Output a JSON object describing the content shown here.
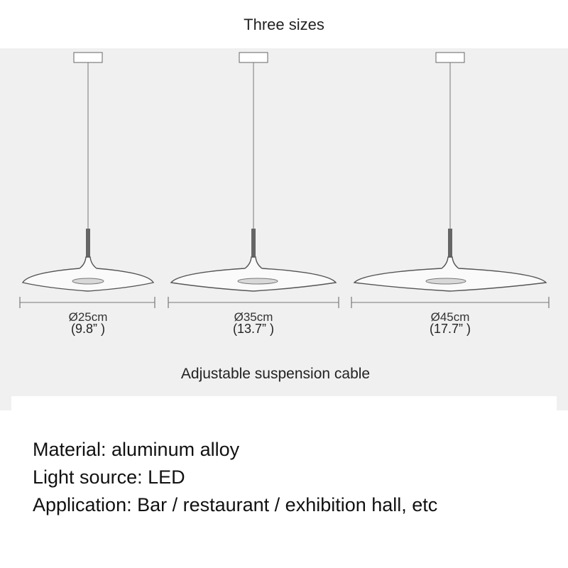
{
  "title": "Three sizes",
  "lamps": [
    {
      "diameter_cm": "Ø25cm",
      "diameter_in": "(9.8” )"
    },
    {
      "diameter_cm": "Ø35cm",
      "diameter_in": "(13.7” )"
    },
    {
      "diameter_cm": "Ø45cm",
      "diameter_in": "(17.7” )"
    }
  ],
  "cable_note": "Adjustable suspension cable",
  "specs": [
    "Material: aluminum alloy",
    "Light source: LED",
    "Application: Bar / restaurant / exhibition hall, etc"
  ],
  "colors": {
    "panel": "#f0f0f0",
    "line": "#555555",
    "stem": "#666666"
  }
}
